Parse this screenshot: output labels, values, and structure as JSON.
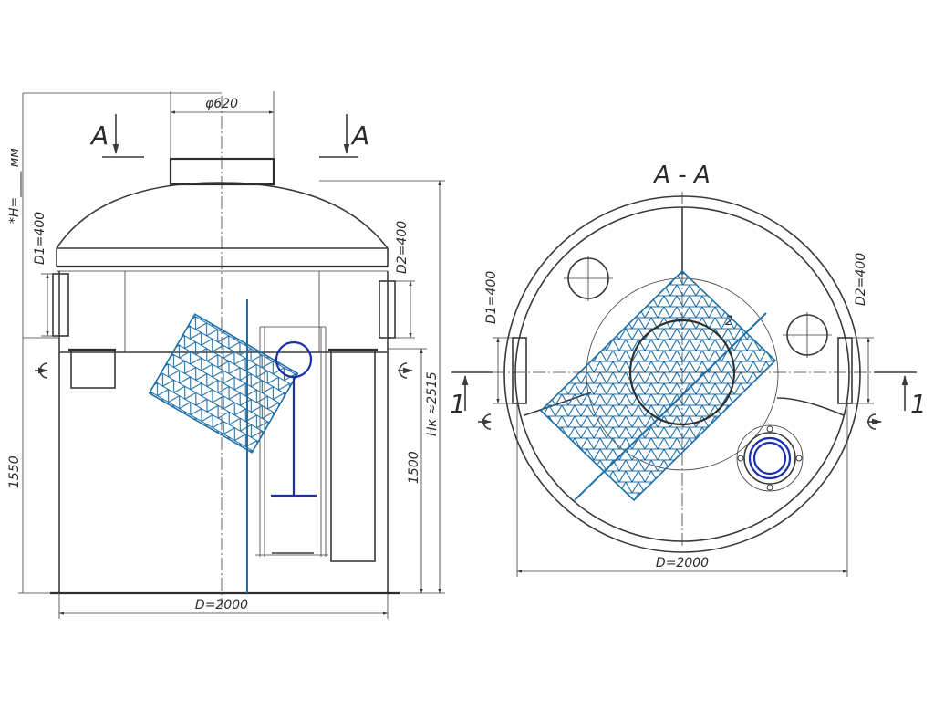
{
  "labels": {
    "phi620": "φ620",
    "section_left": "A",
    "section_right": "A",
    "section_title": "A - A",
    "h_var": "*H=____ мм",
    "d1_left": "D1=400",
    "d2_left": "D2=400",
    "d1_right": "D1=400",
    "d2_right": "D2=400",
    "h1550": "1550",
    "h1500": "1500",
    "hk": "Hк ≈2515",
    "d_left": "D=2000",
    "d_right": "D=2000",
    "view1_left": "1",
    "view1_right": "1",
    "ref2": "2"
  },
  "colors": {
    "line": "#3a3a3a",
    "mesh": "#1f6fa8",
    "pipe": "#1a2fb0",
    "background": "#ffffff"
  },
  "icons": {
    "inlet_arrow": "flow-in-arrow-icon",
    "outlet_arrow": "flow-out-arrow-icon"
  }
}
